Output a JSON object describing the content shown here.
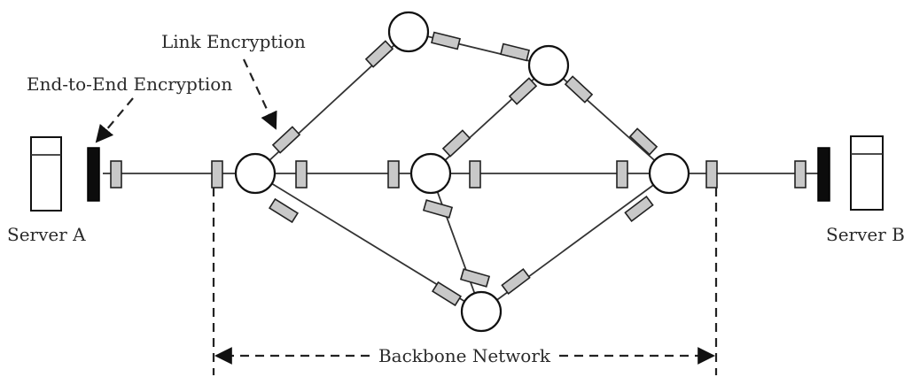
{
  "labels": {
    "link_encryption": "Link Encryption",
    "end_to_end_encryption": "End-to-End Encryption",
    "server_a": "Server A",
    "server_b": "Server B",
    "backbone_network": "Backbone Network"
  },
  "colors": {
    "link_device_fill": "#c8c8c8",
    "end_to_end_device_fill": "#0c0c0c",
    "line": "#333333"
  }
}
